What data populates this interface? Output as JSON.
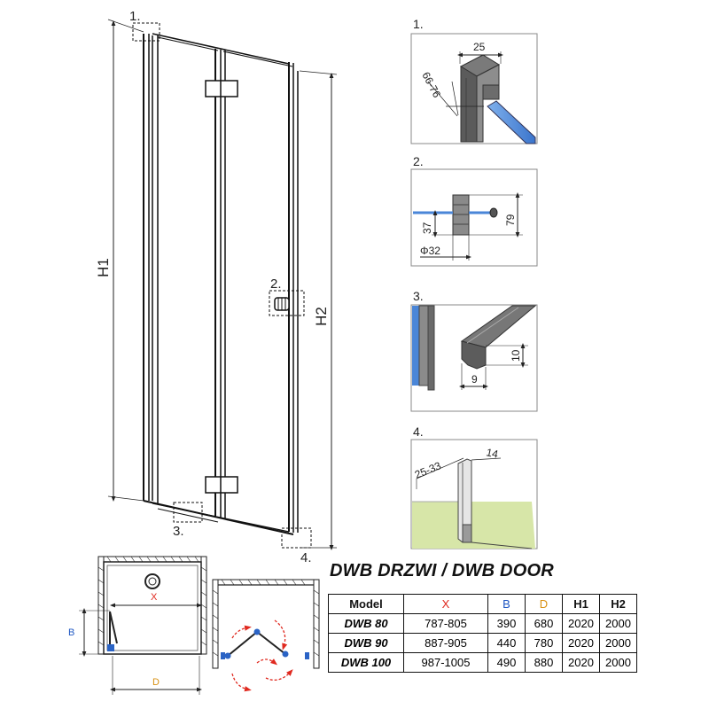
{
  "title": "DWB DRZWI / DWB DOOR",
  "labels": {
    "H1": "H1",
    "H2": "H2",
    "d1": "1.",
    "d2": "2.",
    "d3": "3.",
    "d4": "4.",
    "X": "X",
    "B": "B",
    "D": "D"
  },
  "details": {
    "d1": {
      "label": "1.",
      "w": "25",
      "diag": "66-76"
    },
    "d2": {
      "label": "2.",
      "h1": "37",
      "h2": "79",
      "dia": "Φ32"
    },
    "d3": {
      "label": "3.",
      "w": "9",
      "h": "10"
    },
    "d4": {
      "label": "4.",
      "a": "25-33",
      "b": "14"
    }
  },
  "table": {
    "headers": [
      "Model",
      "X",
      "B",
      "D",
      "H1",
      "H2"
    ],
    "header_colors": [
      "#111111",
      "#e0291f",
      "#1f57c3",
      "#d89114",
      "#111111",
      "#111111"
    ],
    "rows": [
      {
        "model": "DWB 80",
        "x": "787-805",
        "b": "390",
        "d": "680",
        "h1": "2020",
        "h2": "2000"
      },
      {
        "model": "DWB 90",
        "x": "887-905",
        "b": "440",
        "d": "780",
        "h1": "2020",
        "h2": "2000"
      },
      {
        "model": "DWB 100",
        "x": "987-1005",
        "b": "490",
        "d": "880",
        "h1": "2020",
        "h2": "2000"
      }
    ]
  },
  "colors": {
    "glass": "#4a86d8",
    "floor": "#d7e6a8",
    "arrow": "#e0291f",
    "hinge": "#2a63c5"
  }
}
